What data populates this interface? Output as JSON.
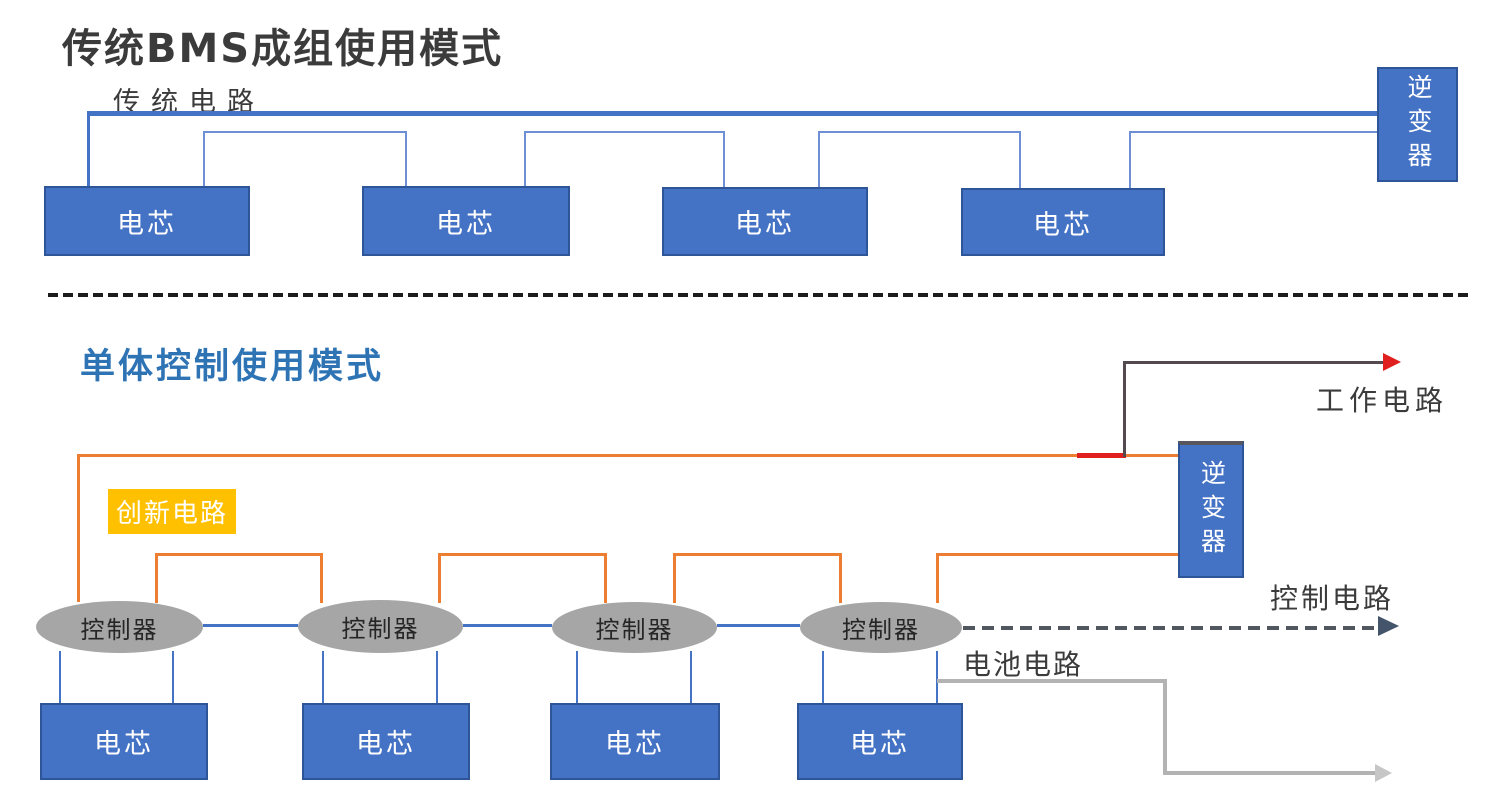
{
  "colors": {
    "box_blue": "#4472C4",
    "box_border": "#2E5597",
    "thick_blue": "#4472C4",
    "thin_blue": "#6E8FD4",
    "orange": "#ED7D31",
    "yellow": "#FFC000",
    "red": "#E01F1F",
    "dark_line": "#54494E",
    "gray_fill": "#A6A6A6",
    "battery_gray": "#B3B3B3",
    "control_dash": "#51575F",
    "control_arrow": "#44546A",
    "divider_black": "#1C1C1C",
    "title_dark": "#3B3B3B",
    "title_blue": "#2E74B5"
  },
  "top_section": {
    "title": "传统BMS成组使用模式",
    "circuit_label": "传统电路",
    "cells": [
      "电芯",
      "电芯",
      "电芯",
      "电芯"
    ],
    "inverter_label": "逆变器"
  },
  "bottom_section": {
    "title": "单体控制使用模式",
    "circuit_label": "创新电路",
    "controllers": [
      "控制器",
      "控制器",
      "控制器",
      "控制器"
    ],
    "cells": [
      "电芯",
      "电芯",
      "电芯",
      "电芯"
    ],
    "inverter_label": "逆变器",
    "work_circuit_label": "工作电路",
    "control_circuit_label": "控制电路",
    "battery_circuit_label": "电池电路"
  }
}
